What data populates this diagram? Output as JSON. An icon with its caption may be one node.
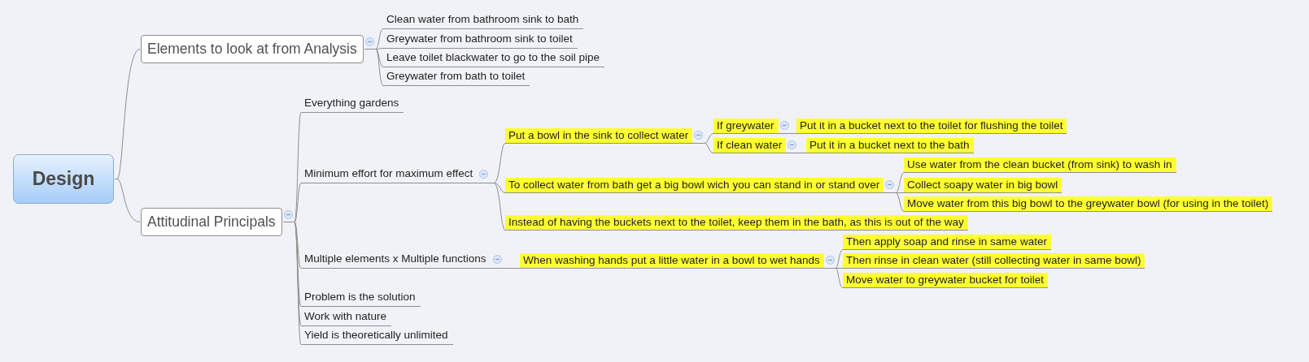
{
  "diagram": {
    "nodes": [
      {
        "text": [
          "Design"
        ]
      },
      {
        "text": [
          "Elements to look at from Analysis"
        ]
      },
      {
        "text": [
          "Clean water from bathroom sink to bath"
        ]
      },
      {
        "text": [
          "Greywater from bathroom sink to toilet"
        ]
      },
      {
        "text": [
          "Leave toilet blackwater to go to the soil pipe"
        ]
      },
      {
        "text": [
          "Greywater from bath to toilet"
        ]
      },
      {
        "text": [
          "Attitudinal Principals"
        ]
      },
      {
        "text": [
          "Everything gardens"
        ]
      },
      {
        "text": [
          "Minimum effort for maximum effect"
        ]
      },
      {
        "text": [
          "Put a bowl in the sink to collect water"
        ]
      },
      {
        "text": [
          "If greywater"
        ]
      },
      {
        "text": [
          "Put it in a bucket next to the toilet for flushing the toilet"
        ]
      },
      {
        "text": [
          "If clean water"
        ]
      },
      {
        "text": [
          "Put it in a bucket next to the bath"
        ]
      },
      {
        "text": [
          "To collect water from bath get a big bowl wich you can stand in or stand over"
        ]
      },
      {
        "text": [
          "Use water from the clean bucket (from sink) to wash in"
        ]
      },
      {
        "text": [
          "Collect soapy water in big bowl"
        ]
      },
      {
        "text": [
          "Move water from this big bowl to the greywater bowl (for using in the toilet)"
        ]
      },
      {
        "text": [
          "Instead of having the buckets next to the toilet, keep them in the bath, as this is out of the way"
        ]
      },
      {
        "text": [
          "Multiple elements x Multiple functions"
        ]
      },
      {
        "text": [
          "When washing hands put a little water in a bowl to wet hands"
        ]
      },
      {
        "text": [
          "Then apply soap and rinse in same water"
        ]
      },
      {
        "text": [
          "Then rinse in clean water (still collecting water in same bowl)"
        ]
      },
      {
        "text": [
          "Move water to greywater bucket for toilet"
        ]
      },
      {
        "text": [
          "Problem is the solution"
        ]
      },
      {
        "text": [
          "Work with nature"
        ]
      },
      {
        "text": [
          "Yield is theoretically unlimited"
        ]
      }
    ],
    "edges": [
      {
        "from": 0,
        "to": 1,
        "arrow": "none"
      },
      {
        "from": 1,
        "to": 2,
        "arrow": "none"
      },
      {
        "from": 1,
        "to": 3,
        "arrow": "none"
      },
      {
        "from": 1,
        "to": 4,
        "arrow": "none"
      },
      {
        "from": 1,
        "to": 5,
        "arrow": "none"
      },
      {
        "from": 0,
        "to": 6,
        "arrow": "none"
      },
      {
        "from": 6,
        "to": 7,
        "arrow": "none"
      },
      {
        "from": 6,
        "to": 8,
        "arrow": "none"
      },
      {
        "from": 8,
        "to": 9,
        "arrow": "none"
      },
      {
        "from": 9,
        "to": 10,
        "arrow": "none"
      },
      {
        "from": 10,
        "to": 11,
        "arrow": "none"
      },
      {
        "from": 9,
        "to": 12,
        "arrow": "none"
      },
      {
        "from": 12,
        "to": 13,
        "arrow": "none"
      },
      {
        "from": 8,
        "to": 14,
        "arrow": "none"
      },
      {
        "from": 14,
        "to": 15,
        "arrow": "none"
      },
      {
        "from": 14,
        "to": 16,
        "arrow": "none"
      },
      {
        "from": 14,
        "to": 17,
        "arrow": "none"
      },
      {
        "from": 8,
        "to": 18,
        "arrow": "none"
      },
      {
        "from": 6,
        "to": 19,
        "arrow": "none"
      },
      {
        "from": 19,
        "to": 20,
        "arrow": "none"
      },
      {
        "from": 20,
        "to": 21,
        "arrow": "none"
      },
      {
        "from": 20,
        "to": 22,
        "arrow": "none"
      },
      {
        "from": 20,
        "to": 23,
        "arrow": "none"
      },
      {
        "from": 6,
        "to": 24,
        "arrow": "none"
      },
      {
        "from": 6,
        "to": 25,
        "arrow": "none"
      },
      {
        "from": 6,
        "to": 26,
        "arrow": "none"
      }
    ]
  }
}
